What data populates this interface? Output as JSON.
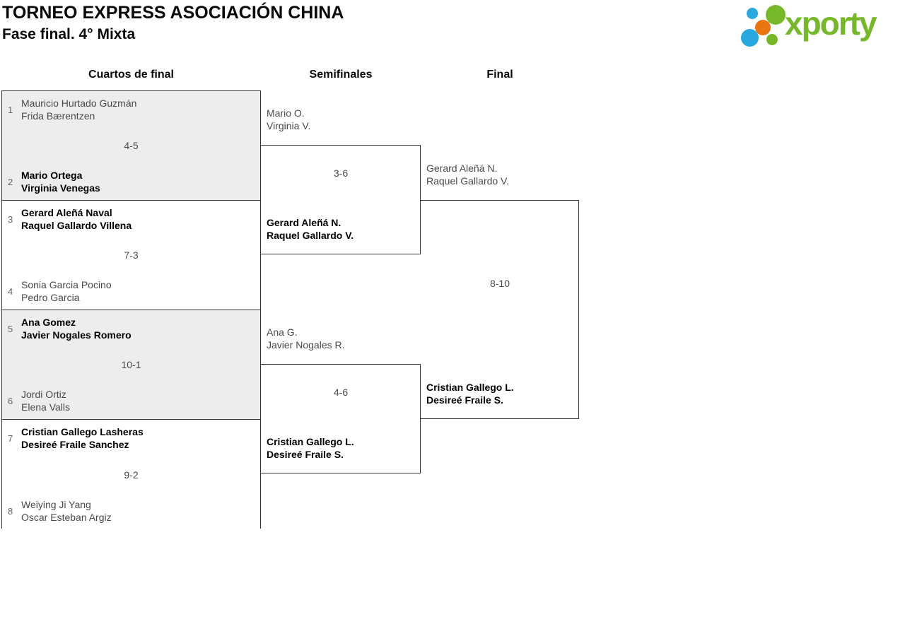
{
  "header": {
    "title": "TORNEO EXPRESS ASOCIACIÓN CHINA",
    "subtitle": "Fase final. 4° Mixta",
    "logo_text": "xporty"
  },
  "columns": {
    "quarterfinals": "Cuartos de final",
    "semifinals": "Semifinales",
    "final": "Final"
  },
  "colors": {
    "logo_green": "#76b82a",
    "logo_blue": "#29a8df",
    "logo_orange": "#e87511",
    "row_shade": "#ededed",
    "line": "#333333",
    "muted_text": "#4a4a4a"
  },
  "bracket": {
    "quarterfinals": [
      {
        "top": {
          "seed": "1",
          "players": [
            "Mauricio Hurtado Guzmán",
            "Frida Bærentzen"
          ]
        },
        "score": "4-5",
        "bottom": {
          "seed": "2",
          "players": [
            "Mario Ortega",
            "Virginia Venegas"
          ]
        }
      },
      {
        "top": {
          "seed": "3",
          "players": [
            "Gerard Aleñá Naval",
            "Raquel Gallardo Villena"
          ]
        },
        "score": "7-3",
        "bottom": {
          "seed": "4",
          "players": [
            "Sonia Garcia Pocino",
            "Pedro Garcia"
          ]
        }
      },
      {
        "top": {
          "seed": "5",
          "players": [
            "Ana Gomez",
            "Javier Nogales Romero"
          ]
        },
        "score": "10-1",
        "bottom": {
          "seed": "6",
          "players": [
            "Jordi Ortiz",
            "Elena Valls"
          ]
        }
      },
      {
        "top": {
          "seed": "7",
          "players": [
            "Cristian Gallego Lasheras",
            "Desireé Fraile Sanchez"
          ]
        },
        "score": "9-2",
        "bottom": {
          "seed": "8",
          "players": [
            "Weiying Ji Yang",
            "Oscar Esteban Argiz"
          ]
        }
      }
    ],
    "semifinals": [
      {
        "top": {
          "players": [
            "Mario O.",
            "Virginia V."
          ]
        },
        "score": "3-6",
        "bottom": {
          "players": [
            "Gerard Aleñá N.",
            "Raquel Gallardo V."
          ]
        }
      },
      {
        "top": {
          "players": [
            "Ana G.",
            "Javier Nogales R."
          ]
        },
        "score": "4-6",
        "bottom": {
          "players": [
            "Cristian Gallego L.",
            "Desireé Fraile S."
          ]
        }
      }
    ],
    "final": {
      "top": {
        "players": [
          "Gerard Aleñá N.",
          "Raquel Gallardo V."
        ]
      },
      "score": "8-10",
      "bottom": {
        "players": [
          "Cristian Gallego L.",
          "Desireé Fraile S."
        ]
      }
    }
  }
}
